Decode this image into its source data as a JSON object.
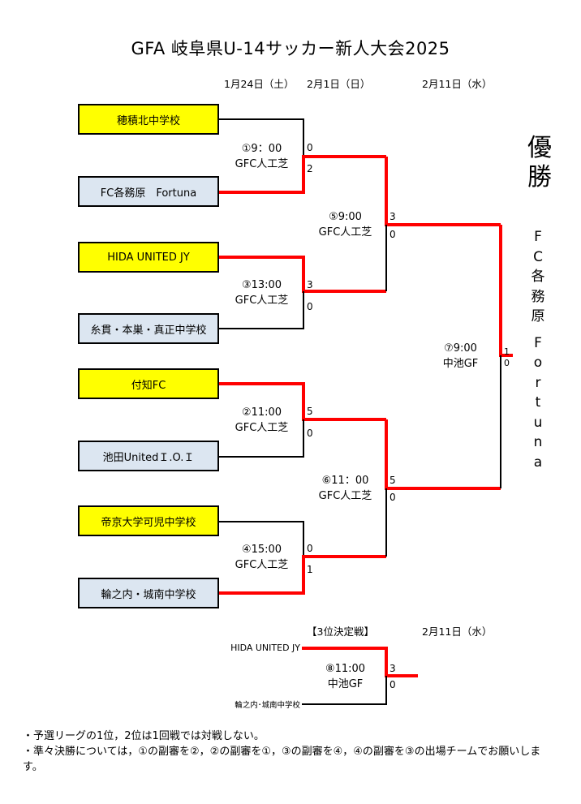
{
  "title": "GFA 岐阜県U-14サッカー新人大会2025",
  "dates": {
    "round1": "1月24日（土）",
    "round2": "2月1日（日）",
    "final": "2月11日（水）"
  },
  "teams": [
    {
      "name": "穂積北中学校",
      "seeded": true
    },
    {
      "name": "FC各務原　Fortuna",
      "seeded": false
    },
    {
      "name": "HIDA UNITED JY",
      "seeded": true
    },
    {
      "name": "糸貫・本巣・真正中学校",
      "seeded": false
    },
    {
      "name": "付知FC",
      "seeded": true
    },
    {
      "name": "池田UnitedＩ.O.Ｉ",
      "seeded": false
    },
    {
      "name": "帝京大学可児中学校",
      "seeded": true
    },
    {
      "name": "輪之内・城南中学校",
      "seeded": false
    }
  ],
  "matches": [
    {
      "id": "1",
      "time": "①9：00",
      "venue": "GFC人工芝",
      "score_top": "0",
      "score_bottom": "2",
      "winner": "bottom"
    },
    {
      "id": "3",
      "time": "③13:00",
      "venue": "GFC人工芝",
      "score_top": "3",
      "score_bottom": "0",
      "winner": "top"
    },
    {
      "id": "2",
      "time": "②11:00",
      "venue": "GFC人工芝",
      "score_top": "5",
      "score_bottom": "0",
      "winner": "top"
    },
    {
      "id": "4",
      "time": "④15:00",
      "venue": "GFC人工芝",
      "score_top": "0",
      "score_bottom": "1",
      "winner": "bottom"
    },
    {
      "id": "5",
      "time": "⑤9:00",
      "venue": "GFC人工芝",
      "score_top": "3",
      "score_bottom": "0",
      "winner": "top"
    },
    {
      "id": "6",
      "time": "⑥11：00",
      "venue": "GFC人工芝",
      "score_top": "5",
      "score_bottom": "0",
      "winner": "top"
    },
    {
      "id": "7",
      "time": "⑦9:00",
      "venue": "中池GF",
      "score_top": "1",
      "score_bottom": "0",
      "winner": "top"
    }
  ],
  "champion": {
    "label": "優勝",
    "name_line1": [
      "F",
      "C",
      "各",
      "務",
      "原"
    ],
    "name_line2": [
      "F",
      "o",
      "r",
      "t",
      "u",
      "n",
      "a"
    ]
  },
  "third_place": {
    "label": "【3位決定戦】",
    "date": "2月11日（水）",
    "team_top": "HIDA UNITED JY",
    "team_bottom": "輪之内･城南中学校",
    "time": "⑧11:00",
    "venue": "中池GF",
    "score_top": "3",
    "score_bottom": "0",
    "winner": "top"
  },
  "notes": [
    "・予選リーグの1位，2位は1回戦では対戦しない。",
    "・準々決勝については，①の副審を②，②の副審を①，③の副審を④，④の副審を③の出場チームでお願いします。"
  ],
  "colors": {
    "seed_fill": "#ffff00",
    "team_fill": "#dce6f1",
    "win_line": "#ff0000",
    "line": "#000000"
  }
}
